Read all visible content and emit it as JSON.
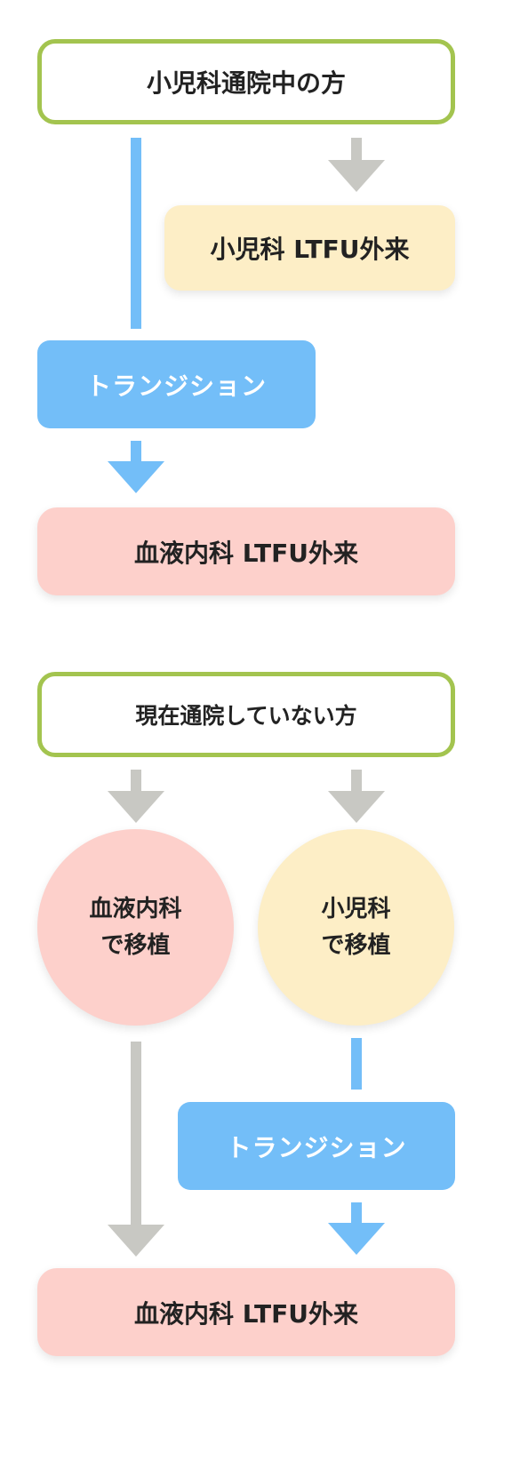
{
  "top": {
    "start_label": "小児科通院中の方",
    "pediatric_ltfu": "小児科 LTFU外来",
    "transition": "トランジション",
    "hematology_ltfu": "血液内科 LTFU外来"
  },
  "bottom": {
    "start_label": "現在通院していない方",
    "hematology_transplant": [
      "血液内科",
      "で移植"
    ],
    "pediatric_transplant": [
      "小児科",
      "で移植"
    ],
    "transition": "トランジション",
    "hematology_ltfu": "血液内科 LTFU外来"
  },
  "colors": {
    "start_border": "#a3c44f",
    "blue": "#73bef8",
    "yellow": "#fdeec6",
    "pink": "#fdd0cb",
    "gray_arrow": "#c8c8c3"
  }
}
